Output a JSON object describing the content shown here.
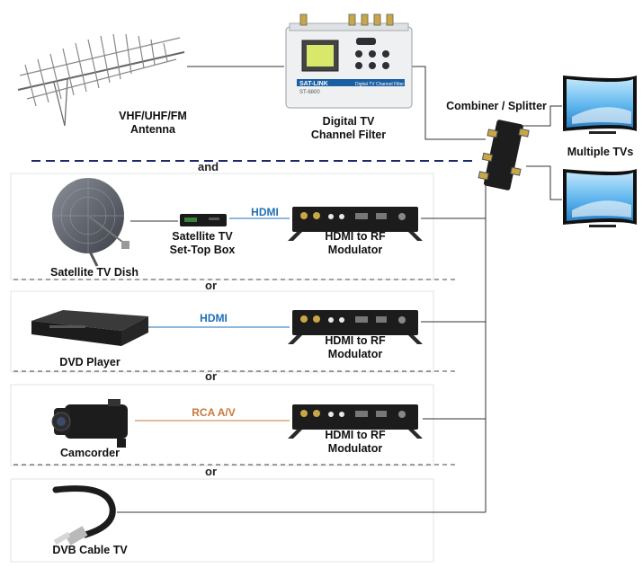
{
  "labels": {
    "antenna_line1": "VHF/UHF/FM",
    "antenna_line2": "Antenna",
    "filter_line1": "Digital TV",
    "filter_line2": "Channel Filter",
    "filter_device_brand": "SAT-LINK",
    "filter_device_model": "ST-6800",
    "filter_device_title": "Digital TV Channel Filter",
    "combiner": "Combiner / Splitter",
    "tvs": "Multiple TVs",
    "and": "and",
    "or": "or",
    "sat_dish": "Satellite TV Dish",
    "stb_line1": "Satellite TV",
    "stb_line2": "Set-Top Box",
    "modulator_line1": "HDMI to RF",
    "modulator_line2": "Modulator",
    "dvd": "DVD Player",
    "camcorder": "Camcorder",
    "cable": "DVB Cable TV"
  },
  "connections": {
    "hdmi": "HDMI",
    "rca": "RCA A/V"
  },
  "colors": {
    "hdmi": "#1f6fb5",
    "rca": "#c8793a",
    "divider": "#1a2a6c",
    "line": "#333333"
  }
}
